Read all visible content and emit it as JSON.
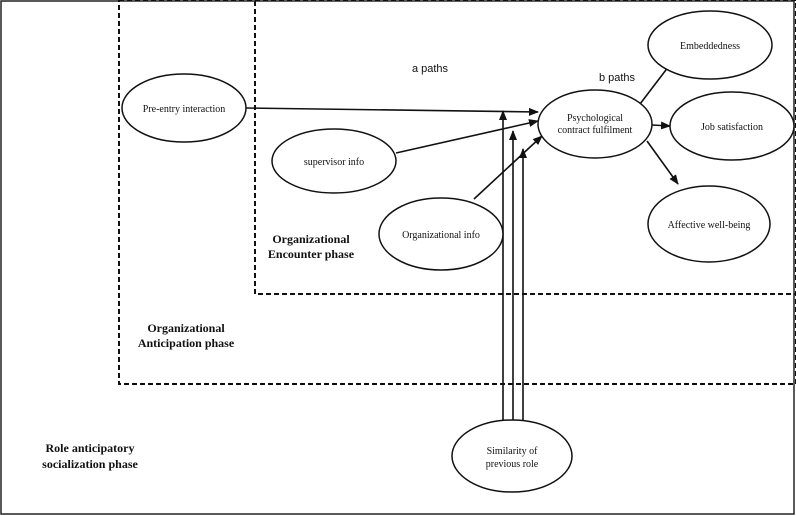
{
  "nodes": {
    "pre_entry": "Pre-entry interaction",
    "supervisor": "supervisor info",
    "organizational_info": "Organizational info",
    "psych_contract_line1": "Psychological",
    "psych_contract_line2": "contract fulfilment",
    "embeddedness": "Embeddedness",
    "job_satisfaction": "Job satisfaction",
    "affective": "Affective well-being",
    "similarity_line1": "Similarity of",
    "similarity_line2": "previous role"
  },
  "labels": {
    "a_paths": "a paths",
    "b_paths": "b paths"
  },
  "phases": {
    "encounter_line1": "Organizational",
    "encounter_line2": "Encounter phase",
    "anticipation_line1": "Organizational",
    "anticipation_line2": "Anticipation phase",
    "role_line1": "Role anticipatory",
    "role_line2": "socialization phase"
  }
}
